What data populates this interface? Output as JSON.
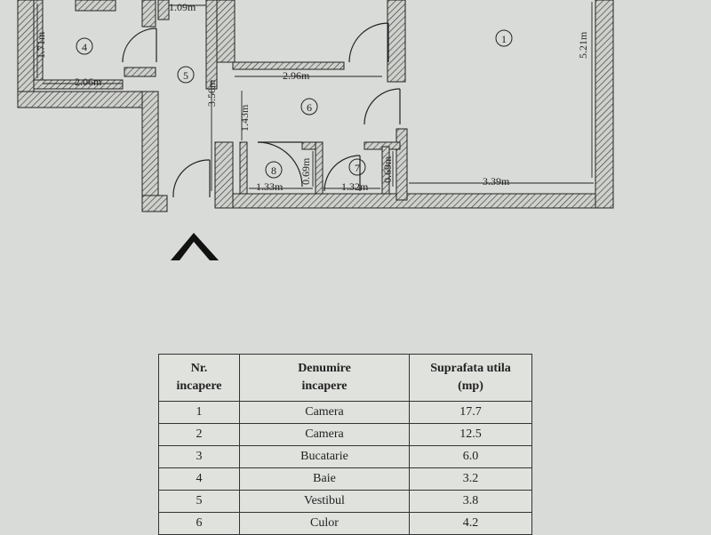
{
  "plan": {
    "room_numbers": [
      "1",
      "4",
      "5",
      "6",
      "7",
      "8"
    ],
    "dimensions": {
      "d_109": "1.09m",
      "d_171": "1.71m",
      "d_206": "2.06m",
      "d_296": "2.96m",
      "d_350": "3.50m",
      "d_143": "1.43m",
      "d_521": "5.21m",
      "d_133": "1.33m",
      "d_069a": "0.69m",
      "d_132": "1.32m",
      "d_069b": "0.69m",
      "d_339": "3.39m"
    }
  },
  "table": {
    "headers": {
      "nr": [
        "Nr.",
        "incapere"
      ],
      "name": [
        "Denumire",
        "incapere"
      ],
      "area": [
        "Suprafata utila",
        "(mp)"
      ]
    },
    "rows": [
      {
        "nr": "1",
        "name": "Camera",
        "area": "17.7"
      },
      {
        "nr": "2",
        "name": "Camera",
        "area": "12.5"
      },
      {
        "nr": "3",
        "name": "Bucatarie",
        "area": "6.0"
      },
      {
        "nr": "4",
        "name": "Baie",
        "area": "3.2"
      },
      {
        "nr": "5",
        "name": "Vestibul",
        "area": "3.8"
      },
      {
        "nr": "6",
        "name": "Culor",
        "area": "4.2"
      }
    ]
  }
}
